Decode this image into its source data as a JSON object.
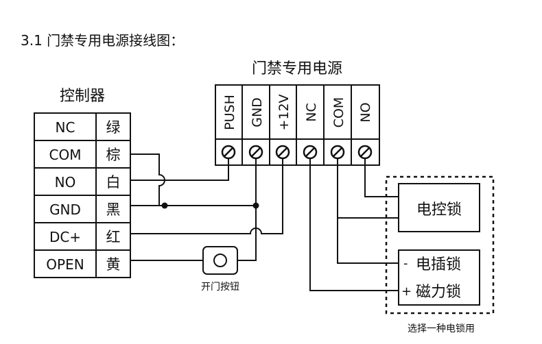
{
  "heading": "3.1 门禁专用电源接线图：",
  "power_supply": {
    "title": "门禁专用电源",
    "terminals": [
      "PUSH",
      "GND",
      "+12V",
      "NC",
      "COM",
      "NO"
    ]
  },
  "controller": {
    "title": "控制器",
    "rows": [
      {
        "signal": "NC",
        "color": "绿"
      },
      {
        "signal": "COM",
        "color": "棕"
      },
      {
        "signal": "NO",
        "color": "白"
      },
      {
        "signal": "GND",
        "color": "黑"
      },
      {
        "signal": "DC+",
        "color": "红"
      },
      {
        "signal": "OPEN",
        "color": "黄"
      }
    ]
  },
  "exit_button": {
    "label": "开门按钮"
  },
  "locks": {
    "electric_control_lock": "电控锁",
    "electric_bolt_lock": {
      "sign": "-",
      "label": "电插锁"
    },
    "magnetic_lock": {
      "sign": "+",
      "label": "磁力锁"
    },
    "note": "选择一种电锁用"
  }
}
